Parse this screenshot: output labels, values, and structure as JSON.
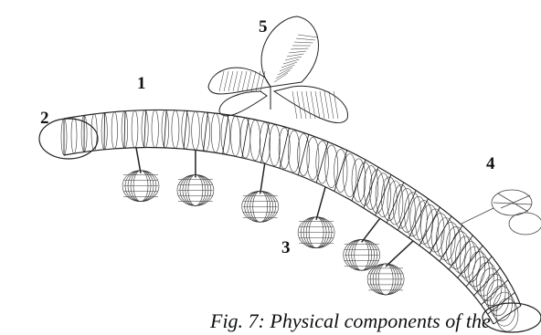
{
  "figure": {
    "labels": {
      "one": "1",
      "two": "2",
      "three": "3",
      "four": "4",
      "five": "5"
    },
    "caption": "Fig. 7: Physical components of the"
  }
}
